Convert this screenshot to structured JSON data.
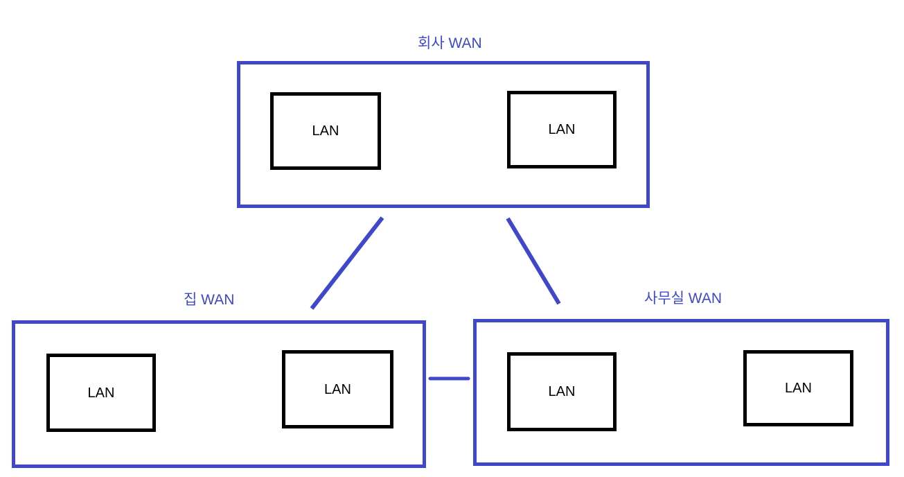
{
  "diagram": {
    "type": "network-topology",
    "networks": [
      {
        "id": "company-wan",
        "label": "회사 WAN",
        "lans": [
          "LAN",
          "LAN"
        ]
      },
      {
        "id": "home-wan",
        "label": "집 WAN",
        "lans": [
          "LAN",
          "LAN"
        ]
      },
      {
        "id": "office-wan",
        "label": "사무실 WAN",
        "lans": [
          "LAN",
          "LAN"
        ]
      }
    ],
    "connections": [
      {
        "from": "회사 WAN",
        "to": "집 WAN"
      },
      {
        "from": "회사 WAN",
        "to": "사무실 WAN"
      },
      {
        "from": "집 WAN",
        "to": "사무실 WAN"
      }
    ],
    "colors": {
      "wan_border": "#3F48CC",
      "wan_label": "#3F48CC",
      "lan_border": "#000000",
      "lan_label": "#000000",
      "background": "#FFFFFF"
    }
  }
}
